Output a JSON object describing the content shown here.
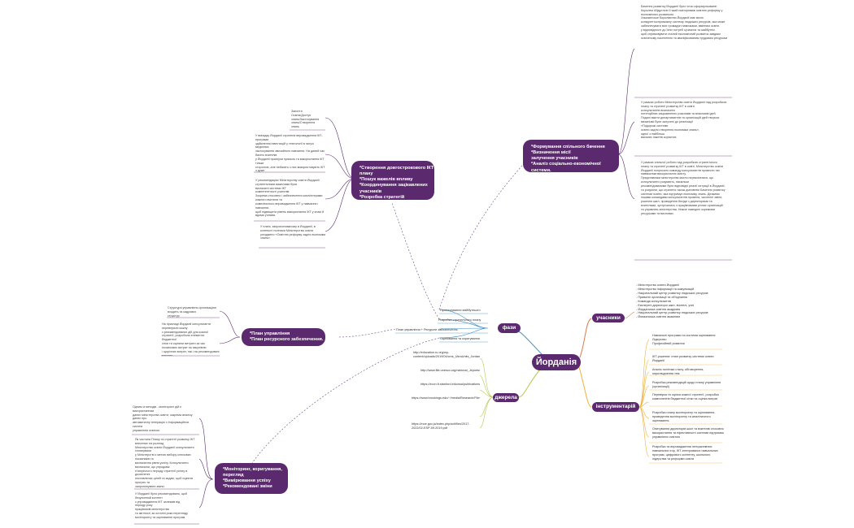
{
  "center": "Йорданія",
  "branches": {
    "faza": {
      "label": "фази",
      "items": [
        "Прогнозування майбутнього",
        "Розробка стратегічного плану",
        "План управління + Ресурсне забезпечення",
        "Оцінювання та коригування"
      ]
    },
    "dzherela": {
      "label": "джерела",
      "links": [
        "http://education.ru.org/wp-content/uploads/2019/04/cms_UkraUnits_Jordan_Ukraine.pdf",
        "http://www.fikt.unesco.org/national_Jeports/ICE_2008/jordan_NR08.pdf",
        "https://econ.ft.stanford.edu/ssa/publications/imagining_computer_...",
        "https://www.brookings.edu/~/media/Research/Files/Reports/2013/07/s2/s_education%20Tomorrow%20innovation%20ideas/Roadsboring%20Jordan%20Education%20action.pdf",
        "https://moe.gov.jo/index.php/sct/files/2017-2022/02-ESP-09.2019.pdf"
      ]
    },
    "uchasnyky": {
      "label": "учасники",
      "text": "- Міністерство освіти Йорданії\n- Міністерство інформації та комунікацій\n- Національний центр розвитку людських ресурсів\n- Приватні організації та об'єднання\n- Команда консультантів\n- Експертні директори шкіл, вчителі, учні\n- Йорданська освітня академія\n- Національний центр розвитку людських ресурсів\n- Йорданська освітня академія"
    },
    "instrumenty": {
      "label": "інструментарій",
      "items": [
        "Навчальні програми та система оцінювання\nЛідерство\nПрофесійний розвиток",
        "ІКТ-рішення: план розвитку системи освіти Йорданії",
        "Аналіз політики сталу, обговорення, оприлюднення тем",
        "Розробка рекомендацій щодо плану управління (організації)",
        "Перевірка та оцінка кожної стратегії, розробка компонентів бюджетної сітки та оцінка витрат",
        "Розробка плану моніторингу та оцінювання, проведення моніторингу та аналітичного оцінювання",
        "Опитування директорів шкіл та вчителів стосовно використання та ефективності системи підтримки управління освітою",
        "Розробка та впровадження інтерактивних навчальних ігор, ІКТ-інтегрованих навчальних програм, цифрового контенту, шкільного лідерства та реформи освіти"
      ]
    },
    "formuvannia": {
      "lines": [
        "*Формування спільного бачення",
        "*Визначення місії",
        "залучення учасників",
        "*Аналіз соціально-економічної",
        "системи."
      ],
      "notes": [
        "Бачення розвитку Йорданії було чітко сформульоване:\nКоролем Абдуллою ІІ який повторював освітню реформу у економічних розвитком.\nХашимітське Королівство Йорданії має місію\nконкурентоспроможну систему людських ресурсів, яка може\nзабезпечувати всіх громадян навичками, вмінням освіти\nу відповідності до їхніх потреб сучасних та майбутніх\nщоб спрямовувати сталий економічний розвиток завдяки\nосвіченому населенню та кваліфікованим трудовим ресурсам",
        "У рамках роботи Міністерства освіти Йорданії над розробкою\nплану та стратегії розвитку ІКТ в освіті\nконсультантів визначено\nпотенційних зацікавлених учасників та власників ідей.\nПодалі вжити департаментів та організацій ідей творчих\nмеханізмі були залучені до реалізації\n«Подорожі системи\nосвіти задля створення економіки знань»,\nодної з найбільш\nвагомих пакетів корисних.",
        "У рамках спільної роботи над розробкою стратегічного\nплану та стратегії розвитку ІКТ в освіті, Міністерство освіти\nЙорданії попросило команду консультантів провести тах\nнавмисним використання змісту.\nПредставники міністерства могли переконатися, що консультанти розуміють, наскільки\nрекомендованими були відповідні реалії ситуації в Йорданії,\nта розуміли, що стратегія також доповнює Бачення розвитку\nсистеми освіти, яка підтримує економіку знань. Деякими\nіншими командами консультантів провела, численні зміни,\nрішення шкіл, проведення бесіди з директорами та\nвчителями, зустрічались з працівниками різних організацій\nта управлінь міністерства. Нижче наведені окремими\nресурсами та висновки."
      ]
    },
    "stvorennia": {
      "lines": [
        "*Створення довгострокового ІКТ-",
        "плану",
        "*Пошук важелів впливу",
        "*Координування зацікавлених",
        "учасників",
        "*Розробка стратегій"
      ],
      "notes": [
        "Заняття\nОсвіта/Доступ\nзнань/Застосування\nзнань/Створення\nзнань",
        "У випадку Йорданії стратегія впровадження ІКТ-програми\nздійснення інвестицій у технології в галузі медичних\nзастосування звичайного навчання. На даний час багато вчителів\nу Йорданії прагнули прямого та використання ІКТ тільки\nстороною, але небагато з них використовують ІКТ з дуже\nбільшої сторони. Майже у всіх школах є комп'ютерні класи\nале вони використовуються в основному лише для уроків\nінформатики.",
        "У рекомендаціях Міністерству освіти Йорданії стратегічними важелями були\nвизначені системи ІКТ\nкомпетентності учителів\nЗокрема стосовно і забезпечення комп'ютерами кожного вчителя та\nкомплексного впровадження ІКТ у навчання і навчання.\nщоб підвищити рівень використання ІКТ у класі й вдома учнями.",
        "У плані, запропонованому в Йорданії, в контексті політики Міністерства освіти узгоджено «Освітню реформу задля економіки\nзнань»."
      ]
    },
    "plan": {
      "lines": [
        "*План управління",
        "*План ресурсного забезпечення."
      ],
      "notes": [
        "Структура управління організацією\nвходить та кадрових\nструктур",
        "На прикладі Йорданії консультанти переверили кожну\nз рекомендованих дій для кожної стратегії, розробили елементи бюджетної\nсітки та оцінили витрати за час початкових витрат на закупівлю\nі щорічних витрат, так і на рекомендовані витрати."
      ]
    },
    "monitoring": {
      "lines": [
        "*Моніторинг, коригування,",
        "перегляд",
        "*Вимірювання успіху",
        "*Рекомендовані зміни"
      ],
      "notes": [
        "Одним із методів - моніторинг дій є використанням\nданих міністерства освіти, зокрема аналізу даних про\nавтоматичну генерацію з Інформаційних систем\nуправління освітою.",
        "Як частина Плану та стратегії розвитку ІКТ внесених на розгляд\nМіністерства освіти Йорданії консультанти спланували\nу Міністерстві з метою вибору ключових показників та\nвизначення рівня успіху. Консультанти визначили, що упродовж\nп'ятирічного періоду стратегії успіху в досягненні\nпоставлених цілей та задачі, щоб оцінити прогрес та\nзапропонувати зміни.",
        "У Йорданії було рекомендовано, щоб безупинний контент\nз упровадження ІКТ залежав від\nперіоду року\nпрацівників міністерства\nта звітності за останні роки перегляду\nмоніторингу та оцінювання програм."
      ]
    }
  }
}
